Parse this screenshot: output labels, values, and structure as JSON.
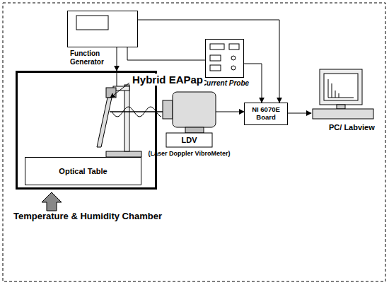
{
  "diagram": {
    "nodes": [
      {
        "text": [
          "Function Generator"
        ]
      },
      {
        "text": [
          "Current Probe"
        ]
      },
      {
        "text": [
          "Temperature & Humidity Chamber"
        ]
      },
      {
        "text": [
          "Optical Table"
        ],
        "in": 2
      },
      {
        "text": [
          "LDV",
          "(Laser Doppler VibroMeter)"
        ]
      },
      {
        "text": [
          "NI 6070E Board"
        ]
      },
      {
        "text": [
          "PC/ Labview"
        ]
      }
    ],
    "edges": [
      {
        "from": 0,
        "to": 2,
        "arrow": "to"
      },
      {
        "from": 1,
        "to": 0,
        "arrow": "none"
      },
      {
        "from": 0,
        "to": 5,
        "arrow": "to"
      },
      {
        "from": 1,
        "to": 5,
        "arrow": "to"
      },
      {
        "from": 4,
        "to": 5,
        "arrow": "to"
      },
      {
        "from": 5,
        "to": 6,
        "arrow": "to"
      }
    ],
    "labels": [
      "Hybrid EAPap"
    ]
  }
}
